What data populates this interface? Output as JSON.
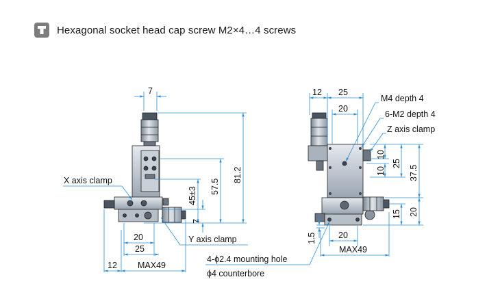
{
  "header": {
    "icon": "hex-socket-screw-icon",
    "title": "Hexagonal socket head cap screw M2×4…4 screws"
  },
  "colors": {
    "dimension": "#2a8fd6",
    "text": "#111111",
    "icon_bg": "#7d7d7d",
    "metal_light": "#cfd6de",
    "metal_mid": "#9aa5b1",
    "metal_dark": "#4a5561"
  },
  "front_view": {
    "dims": {
      "top_width": "7",
      "height_total": "81.2",
      "height_mid": "57.5",
      "height_center": "45±3",
      "offset_small": "7",
      "base_inner": "20",
      "base_center": "25",
      "left_offset": "12",
      "max_width": "MAX49"
    },
    "labels": {
      "x_clamp": "X axis clamp",
      "y_clamp": "Y axis clamp"
    }
  },
  "side_view": {
    "dims": {
      "top_left": "12",
      "top_width": "25",
      "top_inner": "20",
      "v10a": "10",
      "v10b": "10",
      "v25": "25",
      "v37_5": "37.5",
      "v15": "15",
      "v20": "20",
      "v1_5": "1.5",
      "bottom_inner": "20",
      "max_width": "MAX49"
    },
    "labels": {
      "m4": "M4 depth 4",
      "m2": "6-M2 depth 4",
      "z_clamp": "Z axis clamp",
      "mount_hole": "4-ϕ2.4 mounting hole",
      "counterbore": "ϕ4 counterbore"
    }
  }
}
